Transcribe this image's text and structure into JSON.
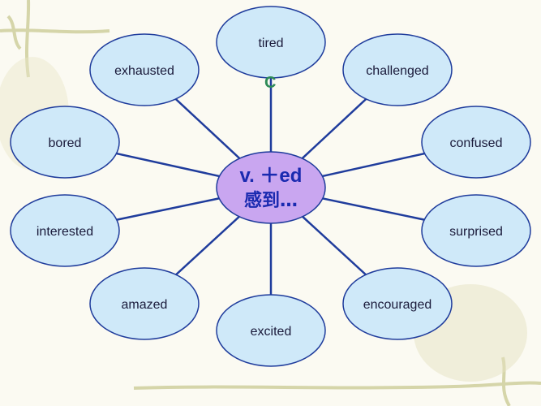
{
  "center": {
    "line1": "v. ＋ed",
    "line2": "感到…"
  },
  "nodes": [
    {
      "label": "tired"
    },
    {
      "label": "challenged"
    },
    {
      "label": "confused"
    },
    {
      "label": "surprised"
    },
    {
      "label": "encouraged"
    },
    {
      "label": "excited"
    },
    {
      "label": "amazed"
    },
    {
      "label": "interested"
    },
    {
      "label": "bored"
    },
    {
      "label": "exhausted"
    }
  ],
  "colors": {
    "node_fill": "#cfe9f9",
    "node_stroke": "#1f3c9c",
    "hub_fill": "#c9a6f0",
    "hub_stroke": "#1f3c9c",
    "line": "#1f3c9c",
    "decor_vine": "#c4c48a",
    "stray_glyph": "#2e8b57"
  },
  "stray_glyph": "C"
}
